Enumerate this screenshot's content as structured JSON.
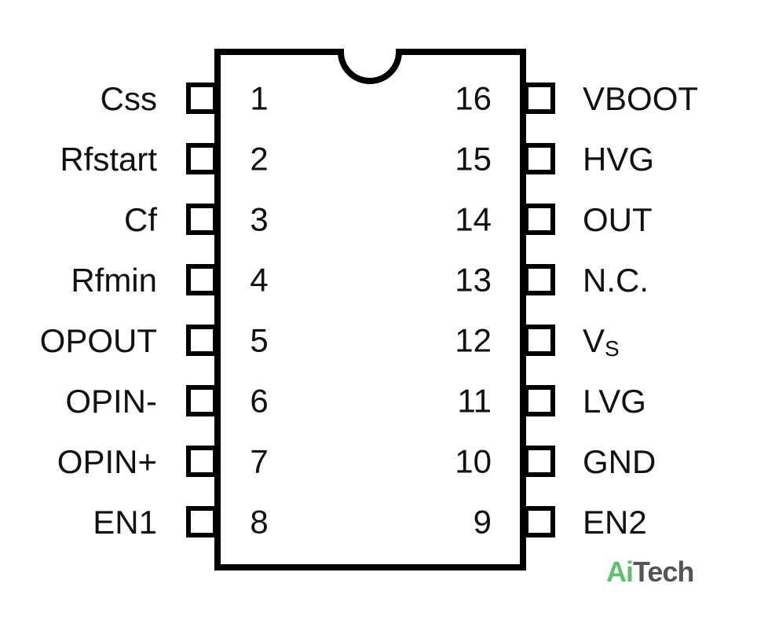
{
  "diagram": {
    "stroke_color": "#000000",
    "text_color": "#111111",
    "left_pins": [
      {
        "number": "1",
        "label": "Css"
      },
      {
        "number": "2",
        "label": "Rfstart"
      },
      {
        "number": "3",
        "label": "Cf"
      },
      {
        "number": "4",
        "label": "Rfmin"
      },
      {
        "number": "5",
        "label": "OPOUT"
      },
      {
        "number": "6",
        "label": "OPIN-"
      },
      {
        "number": "7",
        "label": "OPIN+"
      },
      {
        "number": "8",
        "label": "EN1"
      }
    ],
    "right_pins": [
      {
        "number": "16",
        "label": "VBOOT"
      },
      {
        "number": "15",
        "label": "HVG"
      },
      {
        "number": "14",
        "label": "OUT"
      },
      {
        "number": "13",
        "label": "N.C."
      },
      {
        "number": "12",
        "label": "V",
        "subscript": "S"
      },
      {
        "number": "11",
        "label": "LVG"
      },
      {
        "number": "10",
        "label": "GND"
      },
      {
        "number": "9",
        "label": "EN2"
      }
    ]
  },
  "logo": {
    "part1": "Ai",
    "part2": "Tech",
    "part1_color": "#5cc16a",
    "part2_color": "#555555"
  }
}
